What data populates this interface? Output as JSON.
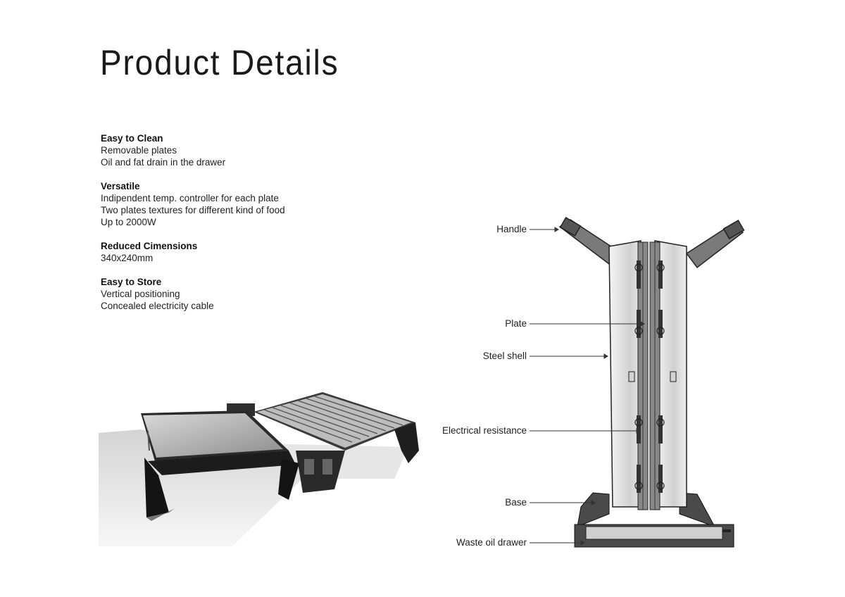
{
  "page": {
    "title": "Product Details"
  },
  "features": [
    {
      "heading": "Easy to Clean",
      "lines": [
        "Removable plates",
        "Oil and fat drain in the drawer"
      ]
    },
    {
      "heading": "Versatile",
      "lines": [
        "Indipendent temp. controller for each plate",
        "Two plates textures for different kind of food",
        "Up to 2000W"
      ]
    },
    {
      "heading": "Reduced Cimensions",
      "lines": [
        "340x240mm"
      ]
    },
    {
      "heading": "Easy to Store",
      "lines": [
        "Vertical positioning",
        "Concealed electricity cable"
      ]
    }
  ],
  "diagram": {
    "callouts": {
      "handle": "Handle",
      "plate": "Plate",
      "steel_shell": "Steel shell",
      "electrical_resistance": "Electrical resistance",
      "base": "Base",
      "waste_oil_drawer": "Waste oil drawer"
    }
  }
}
